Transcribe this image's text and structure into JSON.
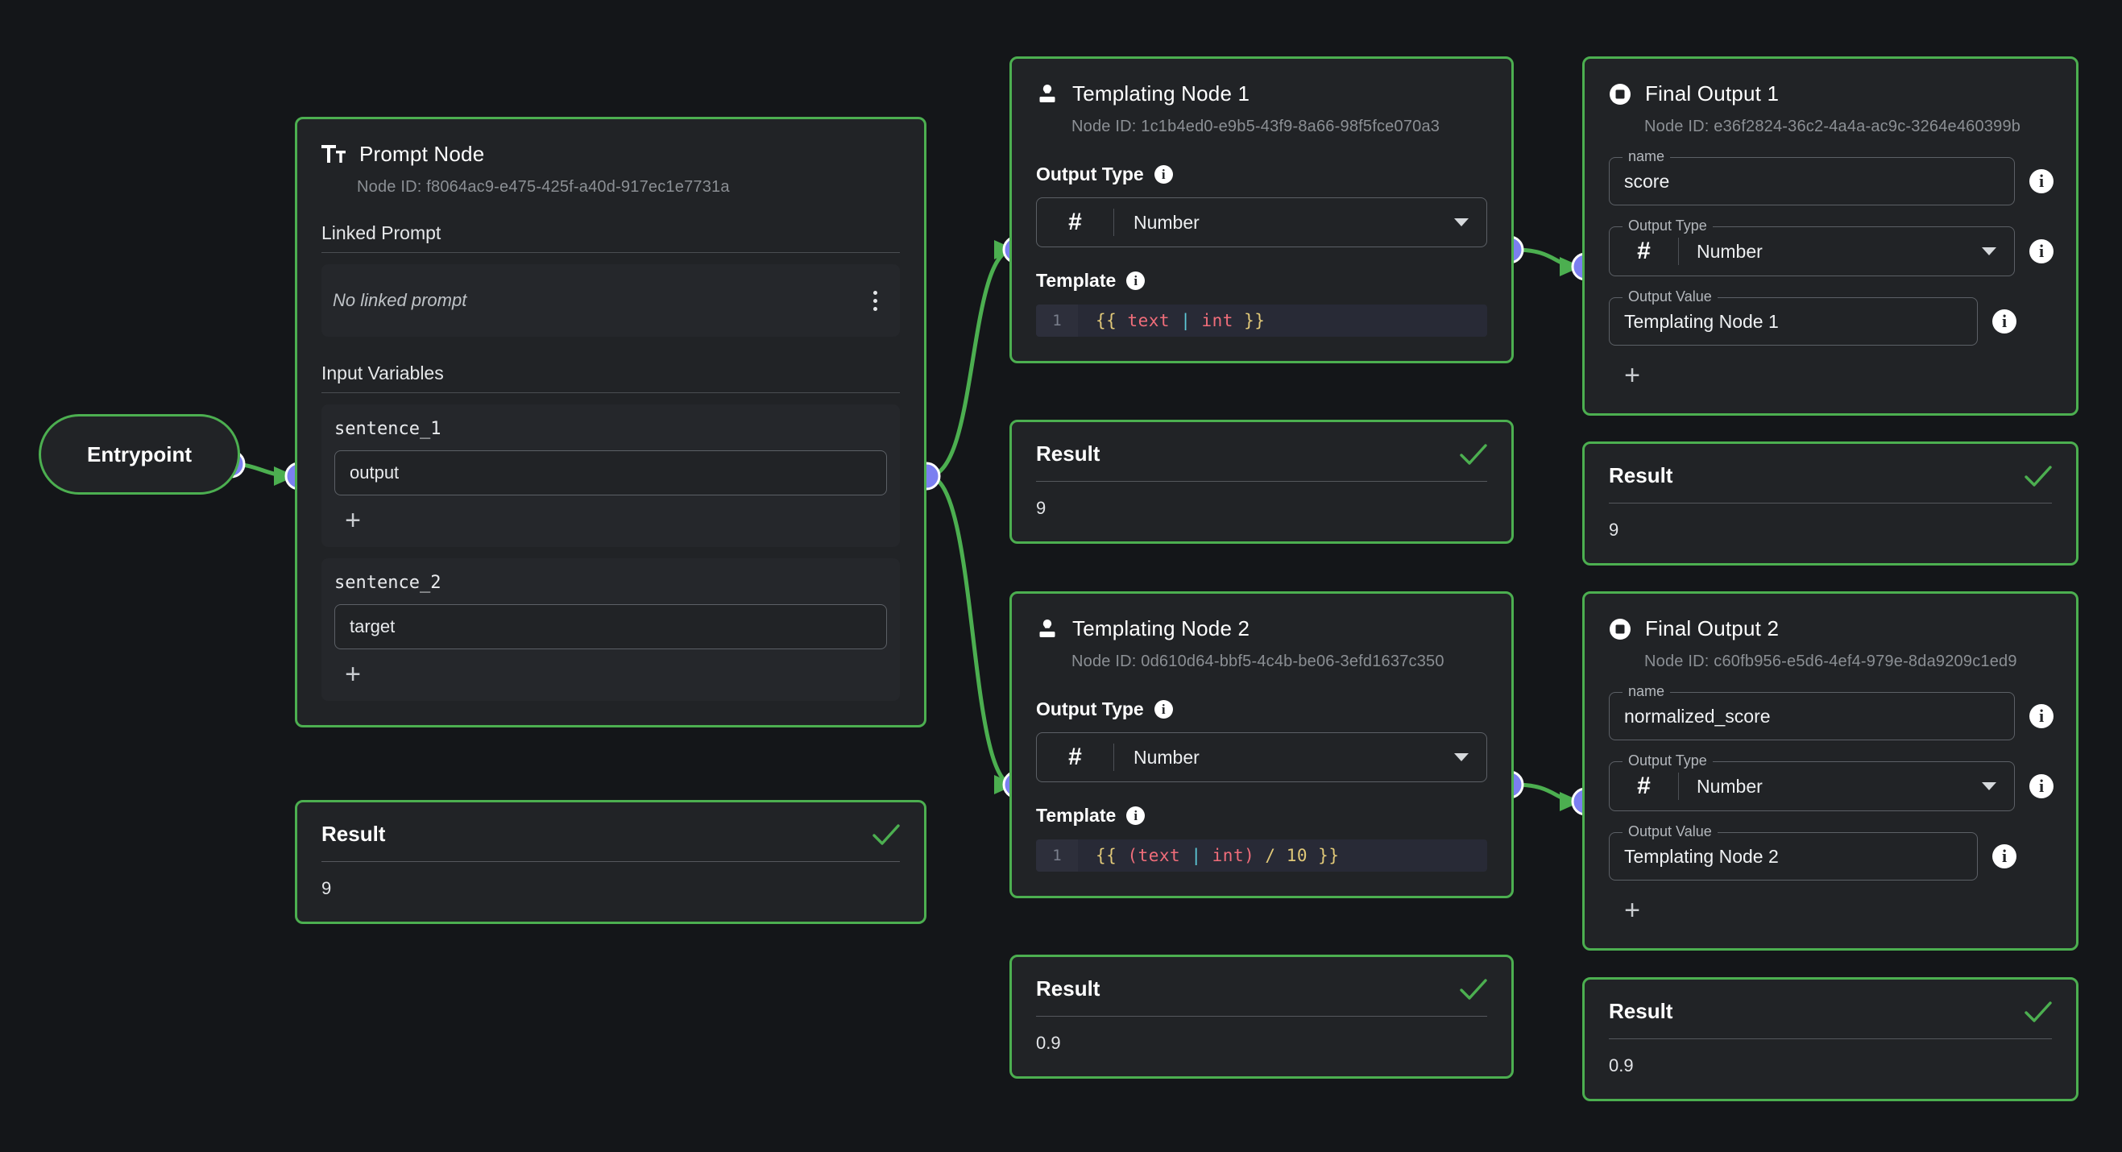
{
  "theme": {
    "canvas_bg": "#141619",
    "node_bg": "#212326",
    "node_border": "#4caf50",
    "edge_color": "#4caf50",
    "handle_color": "#7b7ff0",
    "success_check": "#4caf50",
    "muted_text": "#8b8f94"
  },
  "entrypoint": {
    "label": "Entrypoint",
    "icon": "entrypoint-node"
  },
  "prompt_node": {
    "icon": "text-format-icon",
    "title": "Prompt Node",
    "node_id": "Node ID: f8064ac9-e475-425f-a40d-917ec1e7731a",
    "linked_prompt": {
      "section_label": "Linked Prompt",
      "empty_text": "No linked prompt",
      "menu_icon": "kebab-menu-icon"
    },
    "input_variables": {
      "section_label": "Input Variables",
      "items": [
        {
          "name": "sentence_1",
          "value": "output",
          "add_label": "+"
        },
        {
          "name": "sentence_2",
          "value": "target",
          "add_label": "+"
        }
      ]
    },
    "result": {
      "title": "Result",
      "value": "9",
      "status_icon": "check-icon"
    }
  },
  "templating_nodes": [
    {
      "icon": "stamp-icon",
      "title": "Templating Node 1",
      "node_id": "Node ID: 1c1b4ed0-e9b5-43f9-8a66-98f5fce070a3",
      "output_type": {
        "label": "Output Type",
        "prefix_icon": "hash-icon",
        "value": "Number",
        "caret_icon": "chevron-down-icon",
        "info_icon": "info-icon"
      },
      "template": {
        "label": "Template",
        "info_icon": "info-icon",
        "line_number": "1",
        "code": "{{ text | int }}",
        "tokens": [
          {
            "t": "{{",
            "c": "bracket"
          },
          {
            "t": " ",
            "c": "plain"
          },
          {
            "t": "text",
            "c": "ident"
          },
          {
            "t": " ",
            "c": "plain"
          },
          {
            "t": "|",
            "c": "pipe"
          },
          {
            "t": " ",
            "c": "plain"
          },
          {
            "t": "int",
            "c": "ident"
          },
          {
            "t": " ",
            "c": "plain"
          },
          {
            "t": "}}",
            "c": "bracket"
          }
        ]
      },
      "result": {
        "title": "Result",
        "value": "9",
        "status_icon": "check-icon"
      }
    },
    {
      "icon": "stamp-icon",
      "title": "Templating Node 2",
      "node_id": "Node ID: 0d610d64-bbf5-4c4b-be06-3efd1637c350",
      "output_type": {
        "label": "Output Type",
        "prefix_icon": "hash-icon",
        "value": "Number",
        "caret_icon": "chevron-down-icon",
        "info_icon": "info-icon"
      },
      "template": {
        "label": "Template",
        "info_icon": "info-icon",
        "line_number": "1",
        "code": "{{ (text | int) / 10 }}",
        "tokens": [
          {
            "t": "{{",
            "c": "bracket"
          },
          {
            "t": " ",
            "c": "plain"
          },
          {
            "t": "(",
            "c": "ident"
          },
          {
            "t": "text",
            "c": "ident"
          },
          {
            "t": " ",
            "c": "plain"
          },
          {
            "t": "|",
            "c": "pipe"
          },
          {
            "t": " ",
            "c": "plain"
          },
          {
            "t": "int",
            "c": "ident"
          },
          {
            "t": ")",
            "c": "ident"
          },
          {
            "t": " ",
            "c": "plain"
          },
          {
            "t": "/",
            "c": "op"
          },
          {
            "t": " ",
            "c": "plain"
          },
          {
            "t": "10",
            "c": "num"
          },
          {
            "t": " ",
            "c": "plain"
          },
          {
            "t": "}}",
            "c": "bracket"
          }
        ]
      },
      "result": {
        "title": "Result",
        "value": "0.9",
        "status_icon": "check-icon"
      }
    }
  ],
  "final_outputs": [
    {
      "icon": "stop-square-icon",
      "title": "Final Output 1",
      "node_id": "Node ID: e36f2824-36c2-4a4a-ac9c-3264e460399b",
      "name_field": {
        "legend": "name",
        "value": "score",
        "info_icon": "info-icon"
      },
      "output_type": {
        "legend": "Output Type",
        "prefix_icon": "hash-icon",
        "value": "Number",
        "caret_icon": "chevron-down-icon",
        "info_icon": "info-icon"
      },
      "output_value": {
        "legend": "Output Value",
        "value": "Templating Node 1",
        "info_icon": "info-icon"
      },
      "add_label": "+",
      "result": {
        "title": "Result",
        "value": "9",
        "status_icon": "check-icon"
      }
    },
    {
      "icon": "stop-square-icon",
      "title": "Final Output 2",
      "node_id": "Node ID: c60fb956-e5d6-4ef4-979e-8da9209c1ed9",
      "name_field": {
        "legend": "name",
        "value": "normalized_score",
        "info_icon": "info-icon"
      },
      "output_type": {
        "legend": "Output Type",
        "prefix_icon": "hash-icon",
        "value": "Number",
        "caret_icon": "chevron-down-icon",
        "info_icon": "info-icon"
      },
      "output_value": {
        "legend": "Output Value",
        "value": "Templating Node 2",
        "info_icon": "info-icon"
      },
      "add_label": "+",
      "result": {
        "title": "Result",
        "value": "0.9",
        "status_icon": "check-icon"
      }
    }
  ]
}
